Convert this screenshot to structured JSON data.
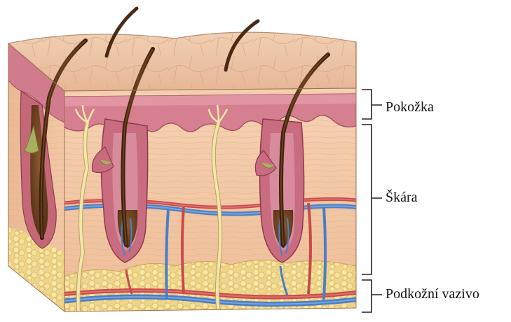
{
  "labels": {
    "epidermis": "Pokožka",
    "dermis": "Škára",
    "hypodermis": "Podkožní vazivo"
  },
  "colors": {
    "skin_surface": "#ecc4a6",
    "epidermis_pink": "#d4788a",
    "dermis": "#f0c6a4",
    "fat": "#f2dc8c",
    "hair": "#4a2a14",
    "artery": "#c84a4a",
    "vein": "#4a7ec6",
    "nerve": "#f1e4a8",
    "sebaceous_gland": "#a8b060"
  }
}
